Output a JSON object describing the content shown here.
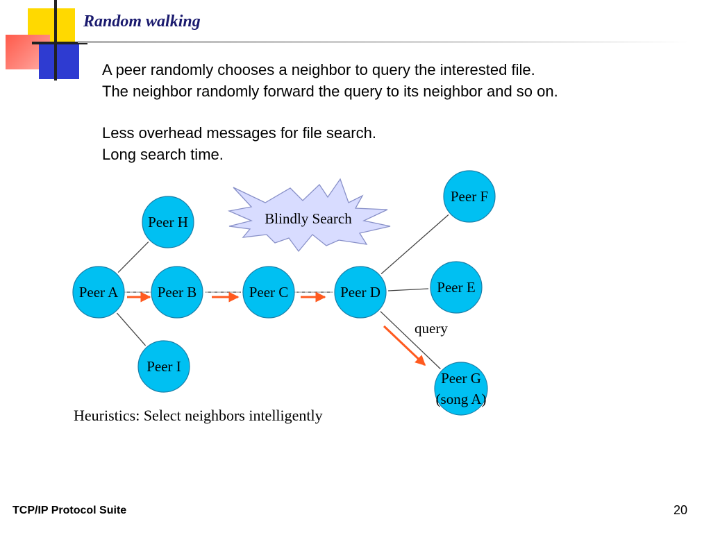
{
  "slide": {
    "title": "Random walking",
    "bullets": [
      "A peer randomly chooses a neighbor to query the interested file.",
      "The neighbor randomly forward the query to its neighbor and so on.",
      "Less overhead messages for file search.",
      "Long search time."
    ],
    "footer": "TCP/IP Protocol Suite",
    "page_number": "20"
  },
  "diagram": {
    "callout": "Blindly Search",
    "edge_label": "query",
    "caption": "Heuristics: Select neighbors intelligently",
    "nodes": [
      {
        "id": "A",
        "lines": [
          "Peer A"
        ]
      },
      {
        "id": "B",
        "lines": [
          "Peer B"
        ]
      },
      {
        "id": "C",
        "lines": [
          "Peer C"
        ]
      },
      {
        "id": "D",
        "lines": [
          "Peer D"
        ]
      },
      {
        "id": "E",
        "lines": [
          "Peer E"
        ]
      },
      {
        "id": "F",
        "lines": [
          "Peer F"
        ]
      },
      {
        "id": "G",
        "lines": [
          "Peer G",
          "(song A)"
        ]
      },
      {
        "id": "H",
        "lines": [
          "Peer H"
        ]
      },
      {
        "id": "I",
        "lines": [
          "Peer I"
        ]
      }
    ],
    "edges": [
      [
        "A",
        "H"
      ],
      [
        "A",
        "B"
      ],
      [
        "A",
        "I"
      ],
      [
        "B",
        "C"
      ],
      [
        "C",
        "D"
      ],
      [
        "D",
        "F"
      ],
      [
        "D",
        "E"
      ],
      [
        "D",
        "G"
      ]
    ],
    "query_path": [
      [
        "A",
        "B"
      ],
      [
        "B",
        "C"
      ],
      [
        "C",
        "D"
      ],
      [
        "D",
        "G"
      ]
    ],
    "colors": {
      "node_fill": "#00c0f2",
      "node_stroke": "#1a7fa8",
      "arrow": "#ff5a1f",
      "callout_fill": "#d8dcff",
      "title": "#1a1a6e"
    }
  }
}
